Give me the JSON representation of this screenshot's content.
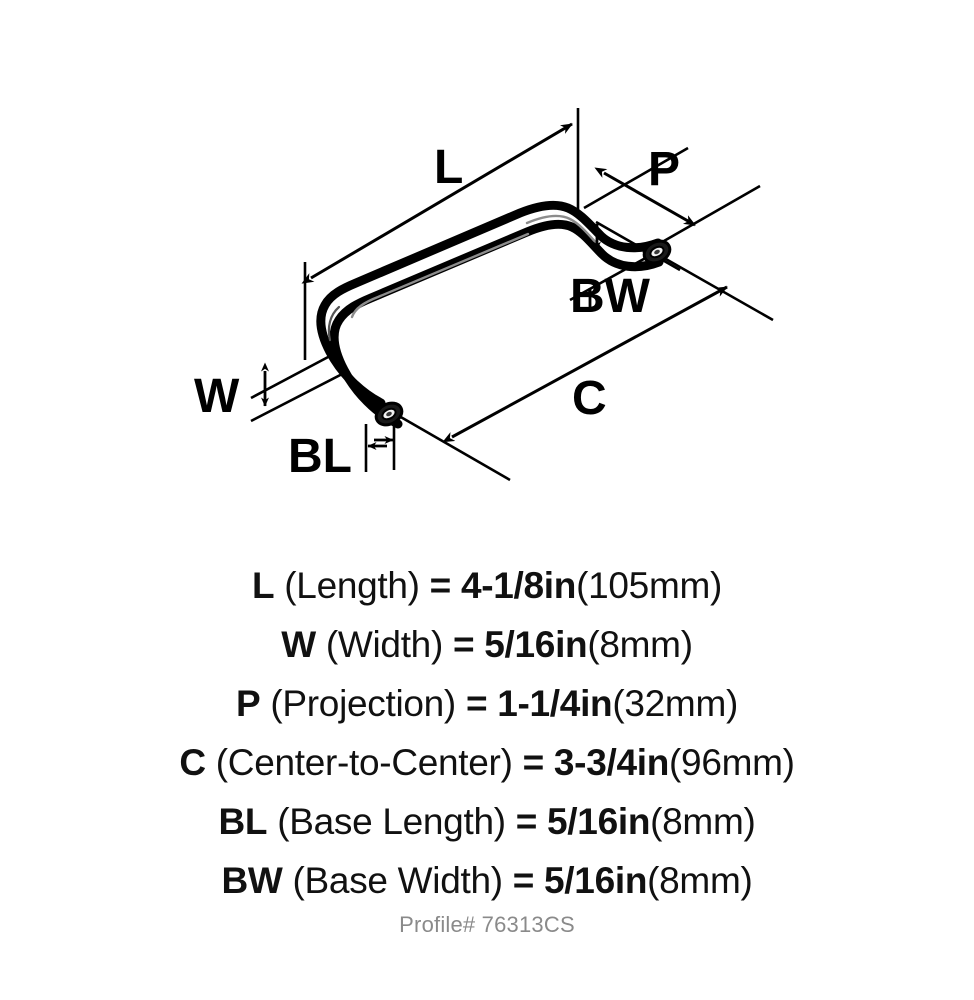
{
  "diagram": {
    "title": "cabinet-wire-pull-dimension-diagram",
    "labels": {
      "length": "L",
      "width": "W",
      "projection": "P",
      "center_to_center": "C",
      "base_length": "BL",
      "base_width": "BW"
    },
    "colors": {
      "stroke": "#000000",
      "background": "#ffffff",
      "highlight": "#7a7a7a",
      "muted_text": "#8a8a8a"
    }
  },
  "specs": [
    {
      "symbol": "L",
      "name": "(Length)",
      "equals": "=",
      "value": "4-1/8in",
      "metric": "(105mm)"
    },
    {
      "symbol": "W",
      "name": "(Width)",
      "equals": "=",
      "value": "5/16in",
      "metric": "(8mm)"
    },
    {
      "symbol": "P",
      "name": "(Projection)",
      "equals": "=",
      "value": "1-1/4in",
      "metric": "(32mm)"
    },
    {
      "symbol": "C",
      "name": "(Center-to-Center)",
      "equals": "=",
      "value": "3-3/4in",
      "metric": "(96mm)"
    },
    {
      "symbol": "BL",
      "name": "(Base Length)",
      "equals": "=",
      "value": "5/16in",
      "metric": "(8mm)"
    },
    {
      "symbol": "BW",
      "name": "(Base Width)",
      "equals": "=",
      "value": "5/16in",
      "metric": "(8mm)"
    }
  ],
  "profile": {
    "text": "Profile# 76313CS"
  }
}
